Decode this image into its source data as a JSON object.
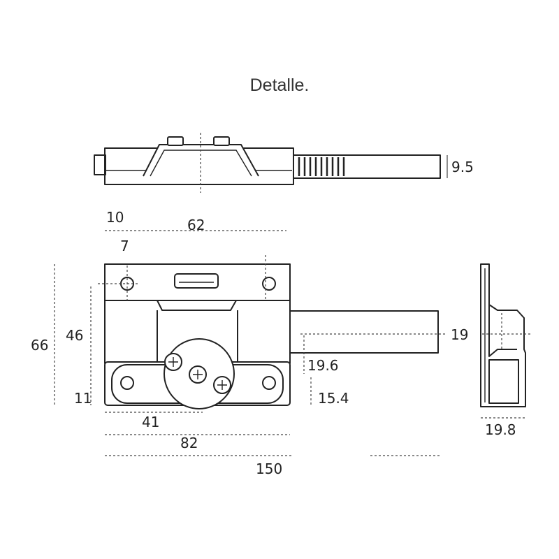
{
  "title": "Detalle.",
  "dimensions": {
    "d_9_5": "9.5",
    "d_10": "10",
    "d_62": "62",
    "d_7": "7",
    "d_66": "66",
    "d_46": "46",
    "d_19": "19",
    "d_19_6": "19.6",
    "d_11": "11",
    "d_15_4": "15.4",
    "d_41": "41",
    "d_82": "82",
    "d_19_8": "19.8",
    "d_150": "150"
  }
}
